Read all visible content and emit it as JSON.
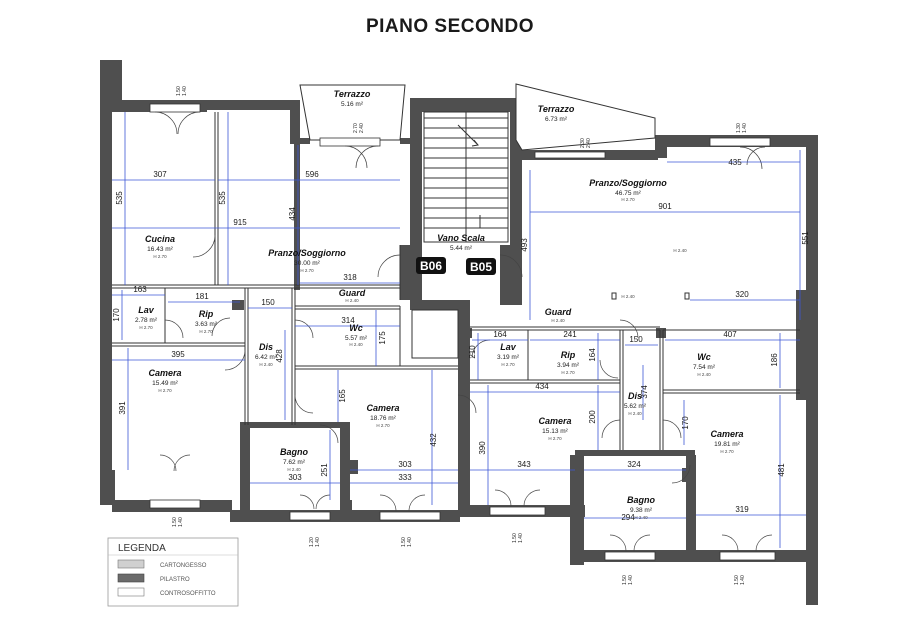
{
  "title": "PIANO SECONDO",
  "rooms": {
    "terrazzo_1": {
      "name": "Terrazzo",
      "area": "5.16 m²"
    },
    "terrazzo_2": {
      "name": "Terrazzo",
      "area": "6.73 m²"
    },
    "cucina": {
      "name": "Cucina",
      "area": "16.43 m²",
      "h": "H 2.70"
    },
    "pranzo_1": {
      "name": "Pranzo/Soggiorno",
      "area": "30.00 m²",
      "h": "H 2.70"
    },
    "vano_scala": {
      "name": "Vano Scala",
      "area": "5.44 m²"
    },
    "pranzo_2": {
      "name": "Pranzo/Soggiorno",
      "area": "46.75 m²",
      "h": "H 2.70"
    },
    "guard_1": {
      "name": "Guard",
      "h": "H 2.40"
    },
    "guard_2": {
      "name": "Guard",
      "h": "H 2.40"
    },
    "lav_1": {
      "name": "Lav",
      "area": "2.78 m²",
      "h": "H 2.70"
    },
    "rip_1": {
      "name": "Rip",
      "area": "3.63 m²",
      "h": "H 2.70"
    },
    "wc_1": {
      "name": "Wc",
      "area": "5.57 m²",
      "h": "H 2.40"
    },
    "dis_1": {
      "name": "Dis",
      "area": "6.42 m²",
      "h": "H 2.40"
    },
    "camera_1": {
      "name": "Camera",
      "area": "15.49 m²",
      "h": "H 2.70"
    },
    "camera_2": {
      "name": "Camera",
      "area": "18.76 m²",
      "h": "H 2.70"
    },
    "bagno_1": {
      "name": "Bagno",
      "area": "7.62 m²",
      "h": "H 2.40"
    },
    "lav_2": {
      "name": "Lav",
      "area": "3.19 m²",
      "h": "H 2.70"
    },
    "rip_2": {
      "name": "Rip",
      "area": "3.94 m²",
      "h": "H 2.70"
    },
    "wc_2": {
      "name": "Wc",
      "area": "7.54 m²",
      "h": "H 2.40"
    },
    "dis_2": {
      "name": "Dis",
      "area": "5.62 m²",
      "h": "H 2.40"
    },
    "camera_3": {
      "name": "Camera",
      "area": "15.13 m²",
      "h": "H 2.70"
    },
    "camera_4": {
      "name": "Camera",
      "area": "19.81 m²",
      "h": "H 2.70"
    },
    "bagno_2": {
      "name": "Bagno",
      "area": "9.38 m²",
      "h": "H 2.40"
    }
  },
  "units": {
    "left": "B06",
    "right": "B05"
  },
  "heights": {
    "h240": "H 2.40"
  },
  "dimensions": {
    "d307": "307",
    "d596": "596",
    "d915": "915",
    "d535a": "535",
    "d535b": "535",
    "d434a": "434",
    "d318": "318",
    "d163": "163",
    "d181": "181",
    "d150a": "150",
    "d170a": "170",
    "d314": "314",
    "d175": "175",
    "d395": "395",
    "d428": "428",
    "d391": "391",
    "d165": "165",
    "d432": "432",
    "d303a": "303",
    "d303b": "303",
    "d333": "333",
    "d251": "251",
    "d435": "435",
    "d901": "901",
    "d493": "493",
    "d551": "551",
    "d320": "320",
    "d164a": "164",
    "d241": "241",
    "d150b": "150",
    "d407": "407",
    "d210": "210",
    "d164b": "164",
    "d186": "186",
    "d434b": "434",
    "d374": "374",
    "d390": "390",
    "d200": "200",
    "d170b": "170",
    "d343": "343",
    "d324": "324",
    "d481": "481",
    "d294": "294",
    "d319": "319"
  },
  "window_marks": [
    {
      "a": "1.50",
      "b": "1.40"
    },
    {
      "a": "2.70",
      "b": "2.40"
    },
    {
      "a": "2.30",
      "b": "2.40"
    },
    {
      "a": "1.30",
      "b": "1.40"
    },
    {
      "a": "1.50",
      "b": "1.40"
    },
    {
      "a": "1.20",
      "b": "1.40"
    },
    {
      "a": "1.50",
      "b": "1.40"
    },
    {
      "a": "1.50",
      "b": "1.40"
    },
    {
      "a": "1.50",
      "b": "1.40"
    },
    {
      "a": "1.50",
      "b": "1.40"
    }
  ],
  "legend": {
    "title": "LEGENDA",
    "items": [
      "CARTONGESSO",
      "PILASTRO",
      "CONTROSOFFITTO"
    ]
  },
  "colors": {
    "wall": "#4f4f4f",
    "dimension": "#3d57d6"
  }
}
